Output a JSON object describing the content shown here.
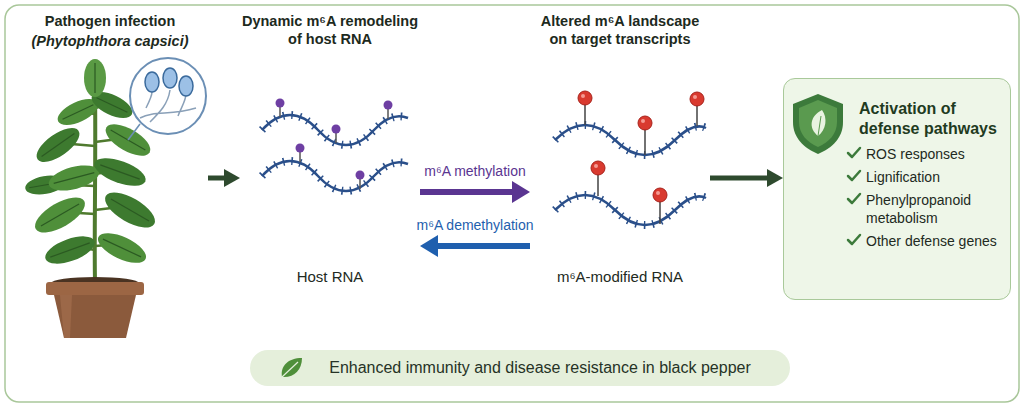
{
  "diagram": {
    "nodes": [
      {
        "text": [
          "Pathogen infection",
          "(Phytophthora capsici)"
        ]
      },
      {
        "text": [
          "Dynamic m⁶A remodeling of host RNA",
          "Host RNA"
        ]
      },
      {
        "text": [
          "Altered m⁶A landscape on target transcripts",
          "m⁶A-modified RNA"
        ]
      },
      {
        "text": [
          "Activation of defense pathways",
          "ROS responses",
          "Lignification",
          "Phenylpropanoid metabolism",
          "Other defense genes"
        ]
      },
      {
        "text": [
          "Enhanced immunity and disease resistance in black pepper"
        ]
      }
    ],
    "edges": [
      {
        "from": 0,
        "to": 1,
        "arrow": "to"
      },
      {
        "from": 1,
        "to": 2,
        "label": "m⁶A methylation",
        "arrow": "to"
      },
      {
        "from": 2,
        "to": 1,
        "label": "m⁶A demethylation",
        "arrow": "to"
      },
      {
        "from": 2,
        "to": 3,
        "arrow": "to"
      }
    ]
  }
}
